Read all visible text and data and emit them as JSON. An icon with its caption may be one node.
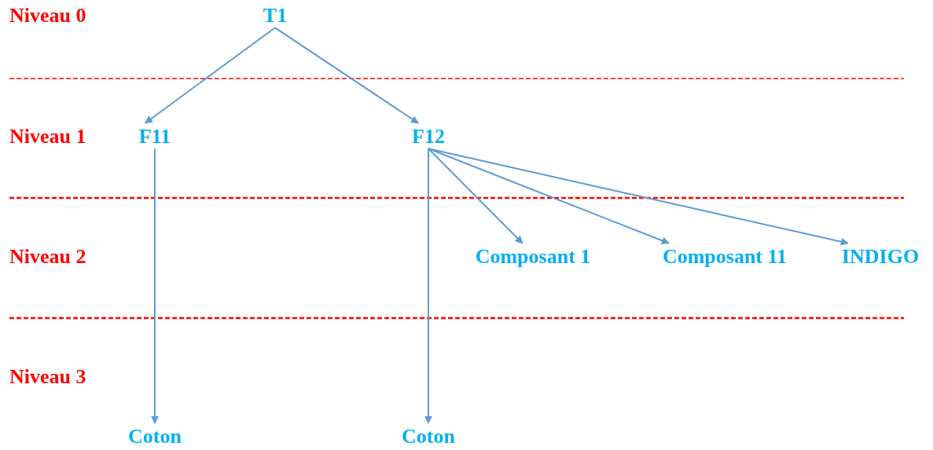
{
  "diagram": {
    "nodes": [
      {
        "text": [
          "T1"
        ]
      },
      {
        "text": [
          "F11"
        ]
      },
      {
        "text": [
          "F12"
        ]
      },
      {
        "text": [
          "Composant 1"
        ]
      },
      {
        "text": [
          "Composant 11"
        ]
      },
      {
        "text": [
          "INDIGO"
        ]
      },
      {
        "text": [
          "Coton"
        ]
      },
      {
        "text": [
          "Coton"
        ]
      }
    ],
    "edges": [
      {
        "from": 0,
        "to": 1,
        "arrow": "to"
      },
      {
        "from": 0,
        "to": 2,
        "arrow": "to"
      },
      {
        "from": 1,
        "to": 6,
        "arrow": "to"
      },
      {
        "from": 2,
        "to": 7,
        "arrow": "to"
      },
      {
        "from": 2,
        "to": 3,
        "arrow": "to"
      },
      {
        "from": 2,
        "to": 4,
        "arrow": "to"
      },
      {
        "from": 2,
        "to": 5,
        "arrow": "to"
      }
    ],
    "labels": [
      "Niveau 0",
      "Niveau 1",
      "Niveau 2",
      "Niveau 3"
    ]
  }
}
